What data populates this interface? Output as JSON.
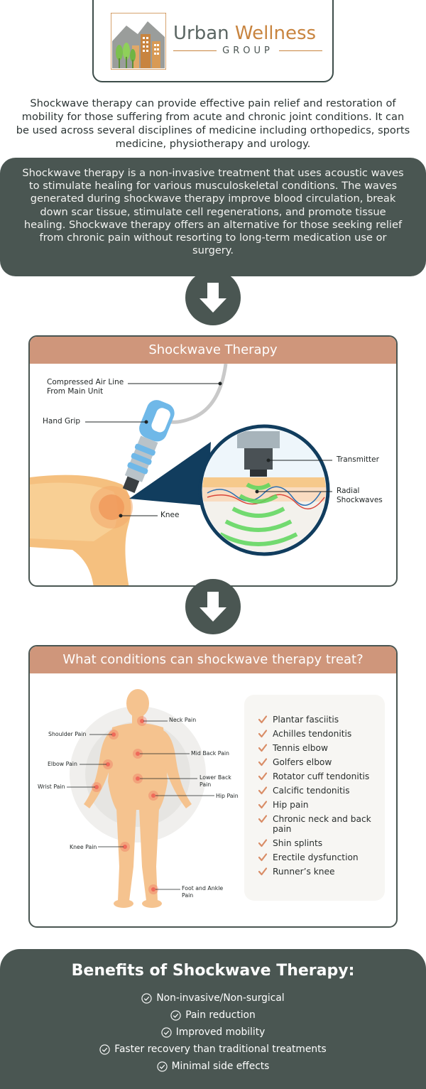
{
  "logo": {
    "brand_part1": "Urban",
    "brand_part2": "Wellness",
    "tagline": "GROUP"
  },
  "intro_text": "Shockwave therapy can provide effective pain relief and restoration of mobility for those suffering from acute and chronic joint conditions. It can be used across several disciplines of medicine including orthopedics, sports medicine, physiotherapy and urology.",
  "description_text": "Shockwave therapy is a non-invasive treatment that uses acoustic waves to stimulate healing for various musculoskeletal conditions. The waves generated during shockwave therapy improve blood circulation, break down scar tissue, stimulate cell regenerations, and promote tissue healing. Shockwave therapy offers an alternative for those seeking relief from chronic pain without resorting to long-term medication use or surgery.",
  "therapy_panel": {
    "title": "Shockwave Therapy",
    "labels": {
      "air_line": "Compressed Air Line From Main Unit",
      "hand_grip": "Hand Grip",
      "knee": "Knee",
      "transmitter": "Transmitter",
      "radial": "Radial Shockwaves"
    }
  },
  "conditions_panel": {
    "title": "What conditions can shockwave therapy treat?",
    "body_labels": {
      "neck": "Neck Pain",
      "shoulder": "Shoulder Pain",
      "mid_back": "Mid Back Pain",
      "elbow": "Elbow Pain",
      "lower_back": "Lower Back Pain",
      "wrist": "Wrist Pain",
      "hip": "Hip Pain",
      "knee": "Knee Pain",
      "foot": "Foot and Ankle Pain"
    },
    "conditions": [
      "Plantar fasciitis",
      "Achilles tendonitis",
      "Tennis elbow",
      "Golfers elbow",
      "Rotator cuff tendonitis",
      "Calcific tendonitis",
      "Hip pain",
      "Chronic neck and back pain",
      "Shin splints",
      "Erectile dysfunction",
      "Runner’s knee"
    ]
  },
  "benefits": {
    "title": "Benefits of Shockwave Therapy:",
    "items": [
      "Non-invasive/Non-surgical",
      "Pain reduction",
      "Improved mobility",
      "Faster recovery than traditional treatments",
      "Minimal side effects"
    ]
  },
  "colors": {
    "dark": "#4a5652",
    "accent": "#cf967b",
    "brand_orange": "#c8843f",
    "check": "#d98d67"
  }
}
